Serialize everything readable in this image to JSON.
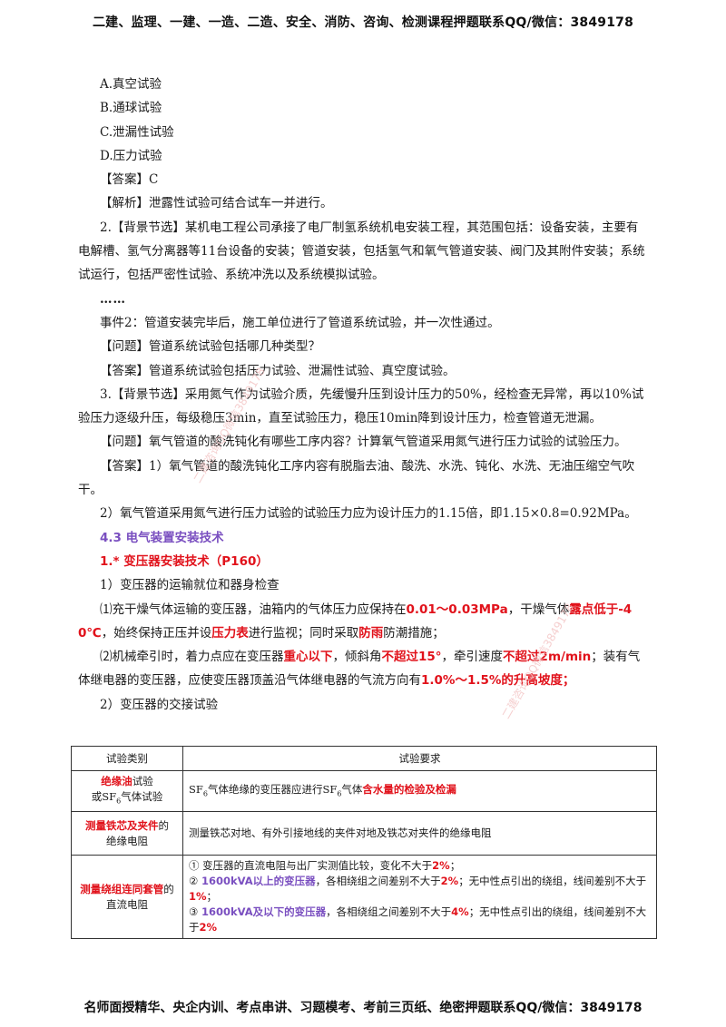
{
  "header": {
    "text": "二建、监理、一建、一造、二造、安全、消防、咨询、检测课程押题联系QQ/微信：3849178"
  },
  "footer": {
    "text": "名师面授精华、央企内训、考点串讲、习题模考、考前三页纸、绝密押题联系QQ/微信：3849178"
  },
  "options": [
    "A.真空试验",
    "B.通球试验",
    "C.泄漏性试验",
    "D.压力试验"
  ],
  "answer1": "【答案】C",
  "analysis1": "【解析】泄露性试验可结合试车一并进行。",
  "q2_background": "2.【背景节选】某机电工程公司承接了电厂制氢系统机电安装工程，其范围包括：设备安装，主要有电解槽、氢气分离器等11台设备的安装；管道安装，包括氢气和氧气管道安装、阀门及其附件安装；系统试运行，包括严密性试验、系统冲洗以及系统模拟试验。",
  "dots": "……",
  "q2_event": "事件2：管道安装完毕后，施工单位进行了管道系统试验，并一次性通过。",
  "q2_question": "【问题】管道系统试验包括哪几种类型？",
  "q2_answer": "【答案】管道系统试验包括压力试验、泄漏性试验、真空度试验。",
  "q3_background": "3.【背景节选】采用氮气作为试验介质，先缓慢升压到设计压力的50%，经检查无异常，再以10%试验压力逐级升压，每级稳压3min，直至试验压力，稳压10min降到设计压力，检查管道无泄漏。",
  "q3_question": "【问题】氧气管道的酸洗钝化有哪些工序内容？计算氧气管道采用氮气进行压力试验的试验压力。",
  "q3_answer1": "【答案】1）氧气管道的酸洗钝化工序内容有脱脂去油、酸洗、水洗、钝化、水洗、无油压缩空气吹干。",
  "q3_answer2": "2）氧气管道采用氮气进行压力试验的试验压力应为设计压力的1.15倍，即1.15×0.8=0.92MPa。",
  "section": "4.3 电气装置安装技术",
  "subsection": "1.* 变压器安装技术（P160）",
  "item1_title": "1）变压器的运输就位和器身检查",
  "item1_p1": {
    "a": "⑴充干燥气体运输的变压器，油箱内的气体压力应保持在",
    "b": "0.01～0.03MPa",
    "c": "，干燥气体",
    "d": "露点低于-40℃",
    "e": "，始终保持正压并设",
    "f": "压力表",
    "g": "进行监视；同时采取",
    "h": "防雨",
    "i": "防潮措施；"
  },
  "item1_p2": {
    "a": "⑵机械牵引时，着力点应在变压器",
    "b": "重心以下",
    "c": "，倾斜角",
    "d": "不超过15°",
    "e": "，牵引速度",
    "f": "不超过2m/min",
    "g": "；装有气体继电器的变压器，应使变压器顶盖沿气体继电器的气流方向有",
    "h": "1.0%～1.5%的升高坡度；"
  },
  "item2_title": "2）变压器的交接试验",
  "table": {
    "headers": [
      "试验类别",
      "试验要求"
    ],
    "row1": {
      "c1_red": "绝缘油",
      "c1_a": "试验",
      "c1_b": "或SF",
      "c1_sub": "6",
      "c1_c": "气体试验",
      "c2_a": "SF",
      "c2_sub1": "6",
      "c2_b": "气体绝缘的变压器应进行SF",
      "c2_sub2": "6",
      "c2_c": "气体",
      "c2_red": "含水量的检验及检漏"
    },
    "row2": {
      "c1_red": "测量铁芯及夹件",
      "c1_a": "的",
      "c1_b": "绝缘电阻",
      "c2": "测量铁芯对地、有外引接地线的夹件对地及铁芯对夹件的绝缘电阻"
    },
    "row3": {
      "c1_red": "测量绕组连同套管",
      "c1_a": "的",
      "c1_b": "直流电阻",
      "l1_a": "① 变压器的直流电阻与出厂实测值比较，变化不大于",
      "l1_red": "2%",
      "l1_b": "；",
      "l2_circ": "②",
      "l2_purple": "1600kVA以上的变压器",
      "l2_a": "，各相绕组之间差别不大于",
      "l2_red": "2%",
      "l2_b": "；无中性点引出的绕组，线间差别不大于",
      "l2_red2": "1%",
      "l2_c": "；",
      "l3_circ": "③",
      "l3_purple": "1600kVA及以下的变压器",
      "l3_a": "，各相绕组之间差别不大于",
      "l3_red": "4%",
      "l3_b": "；无中性点引出的绕组，线间差别不大于",
      "l3_red2": "2%"
    }
  },
  "watermarks": [
    "二建咨询QQ微信3849178",
    "二建咨询QQ微信3849178"
  ]
}
